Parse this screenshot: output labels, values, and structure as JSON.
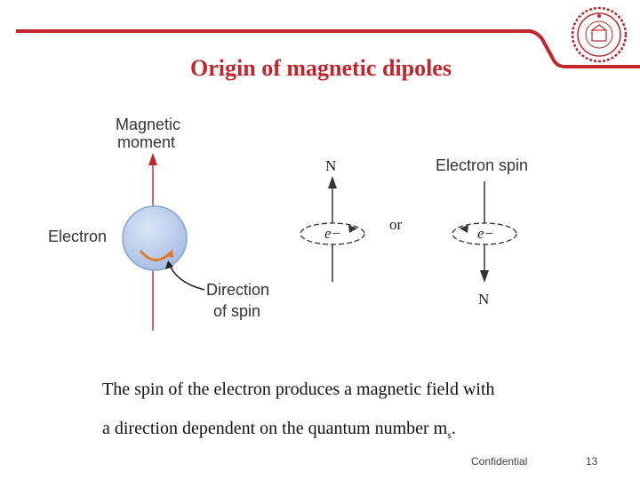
{
  "slide": {
    "title": "Origin of magnetic dipoles",
    "colors": {
      "accent_line": "#c0262c",
      "title": "#c0262c",
      "sphere": "#bcd0ec"
    },
    "logo": {
      "icon": "university-seal-icon"
    },
    "figure": {
      "label_magnetic_1": "Magnetic",
      "label_magnetic_2": "moment",
      "label_electron": "Electron",
      "label_direction_1": "Direction",
      "label_direction_2": "of spin",
      "label_n_up": "N",
      "label_or": "or",
      "label_electron_spin": "Electron spin",
      "label_n_down": "N",
      "label_e1": "e−",
      "label_e2": "e−"
    },
    "body": {
      "line1": "The spin of the electron produces a magnetic field with",
      "line2_prefix": "a direction dependent on the quantum number m",
      "line2_sub": "s",
      "line2_suffix": "."
    },
    "footer": {
      "confidential": "Confidential",
      "page_number": "13"
    }
  }
}
